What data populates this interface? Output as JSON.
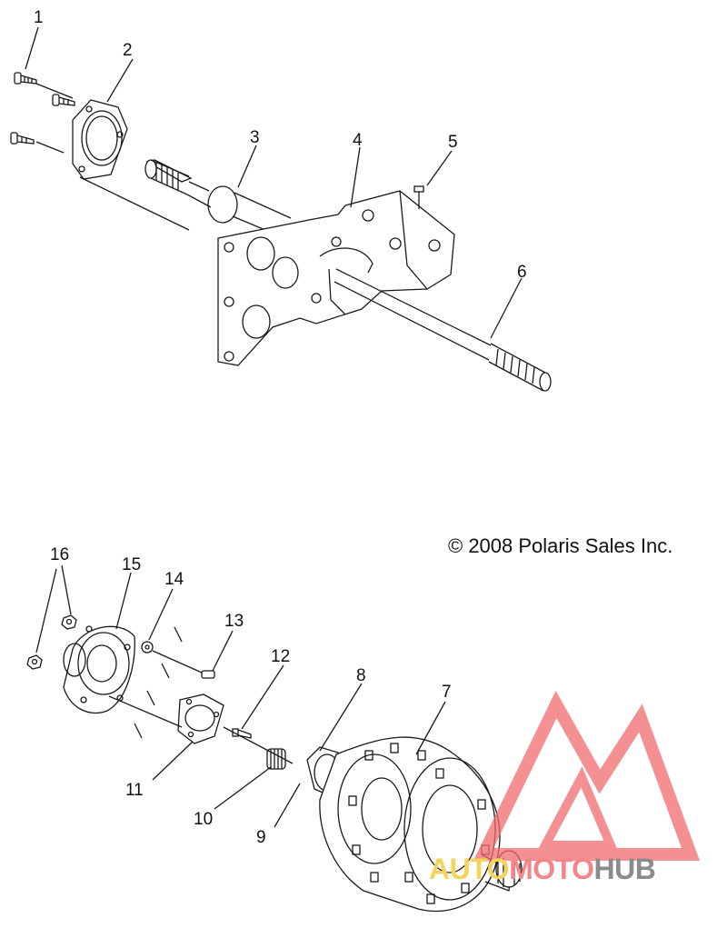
{
  "callouts": [
    "1",
    "2",
    "3",
    "4",
    "5",
    "6",
    "7",
    "8",
    "9",
    "10",
    "11",
    "12",
    "13",
    "14",
    "15",
    "16"
  ],
  "copyright": "© 2008 Polaris Sales Inc.",
  "watermark": {
    "part1": "AUTO",
    "part2": "MOTO",
    "part3": "HUB"
  },
  "colors": {
    "line": "#1a1a1a",
    "watermark_red": "#f26b6e",
    "watermark_yellow": "#f6d35a",
    "watermark_gray": "#8b8b8b"
  }
}
